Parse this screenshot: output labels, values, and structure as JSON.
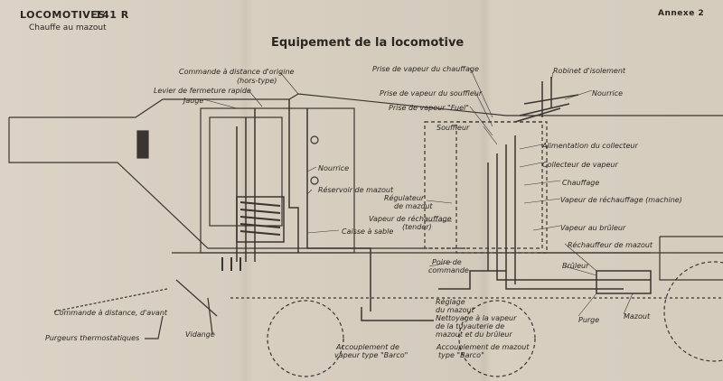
{
  "header": {
    "left": "LOCOMOTIVES",
    "number": "141 R",
    "sub": "Chauffe au mazout",
    "annex": "Annexe 2",
    "title": "Equipement de la locomotive"
  },
  "labels": {
    "commande_origine": "Commande à distance d'origine",
    "hors_type": "(hors-type)",
    "levier": "Levier de fermeture rapide",
    "jauge": "Jauge",
    "nourrice_left": "Nourrice",
    "reservoir": "Réservoir de mazout",
    "caisse": "Caisse à sable",
    "regulateur_1": "Régulateur",
    "regulateur_2": "de mazout",
    "vapeur_rech_1": "Vapeur de réchauffage",
    "vapeur_rech_2": "(tender)",
    "poire_1": "Poire de",
    "poire_2": "commande",
    "commande_avant": "Commande à distance, d'avant",
    "purgeurs": "Purgeurs thermostatiques",
    "vidange": "Vidange",
    "reglage_1": "Réglage",
    "reglage_2": "du mazout",
    "nettoyage_1": "Nettoyage à la vapeur",
    "nettoyage_2": "de la tuyauterie de",
    "nettoyage_3": "mazout et du brûleur",
    "accoup_vapeur_1": "Accouplement de",
    "accoup_vapeur_2": "vapeur type \"Barco\"",
    "accoup_mazout_1": "Accouplement de mazout",
    "accoup_mazout_2": "type \"Barco\"",
    "prise_chauffage": "Prise de vapeur du chauffage",
    "prise_souffleur": "Prise de vapeur du souffleur",
    "prise_fuel": "Prise de vapeur \"Fuel\"",
    "souffleur": "Souffleur",
    "robinet": "Robinet d'isolement",
    "nourrice_right": "Nourrice",
    "alimentation": "Alimentation du collecteur",
    "collecteur": "Collecteur de vapeur",
    "chauffage": "Chauffage",
    "vapeur_rech_machine": "Vapeur de réchauffage (machine)",
    "vapeur_bruleur": "Vapeur au brûleur",
    "rechauffeur": "Réchauffeur de mazout",
    "bruleur": "Brûleur",
    "purge": "Purge",
    "mazout": "Mazout"
  },
  "colors": {
    "paper": "#d9d0c2",
    "ink": "#2a2622",
    "line": "#3a3530"
  }
}
